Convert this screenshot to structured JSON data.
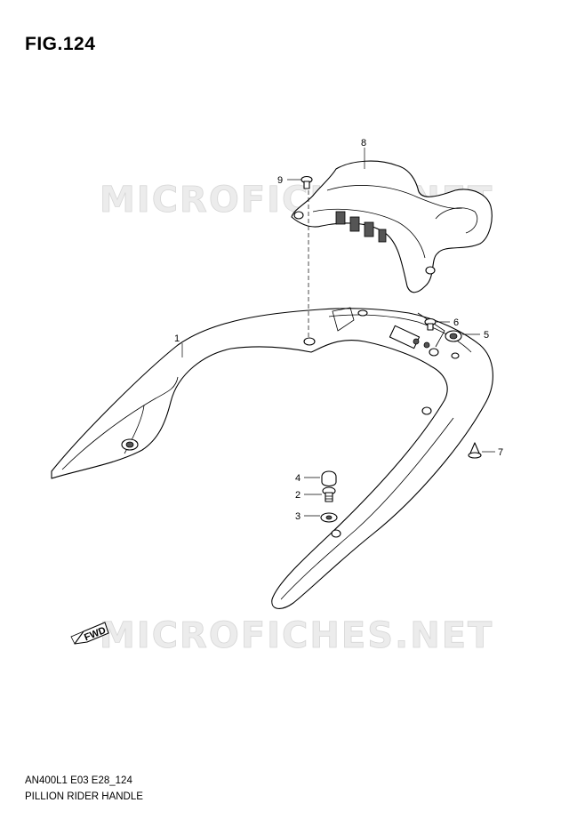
{
  "figure": {
    "title": "FIG.124",
    "model_code": "AN400L1 E03 E28_124",
    "part_name": "PILLION RIDER HANDLE"
  },
  "watermark": {
    "text": "MICROFICHES.NET"
  },
  "direction_marker": {
    "label": "FWD"
  },
  "callouts": [
    {
      "number": "1"
    },
    {
      "number": "2"
    },
    {
      "number": "3"
    },
    {
      "number": "4"
    },
    {
      "number": "5"
    },
    {
      "number": "6"
    },
    {
      "number": "7"
    },
    {
      "number": "8"
    },
    {
      "number": "9"
    }
  ]
}
